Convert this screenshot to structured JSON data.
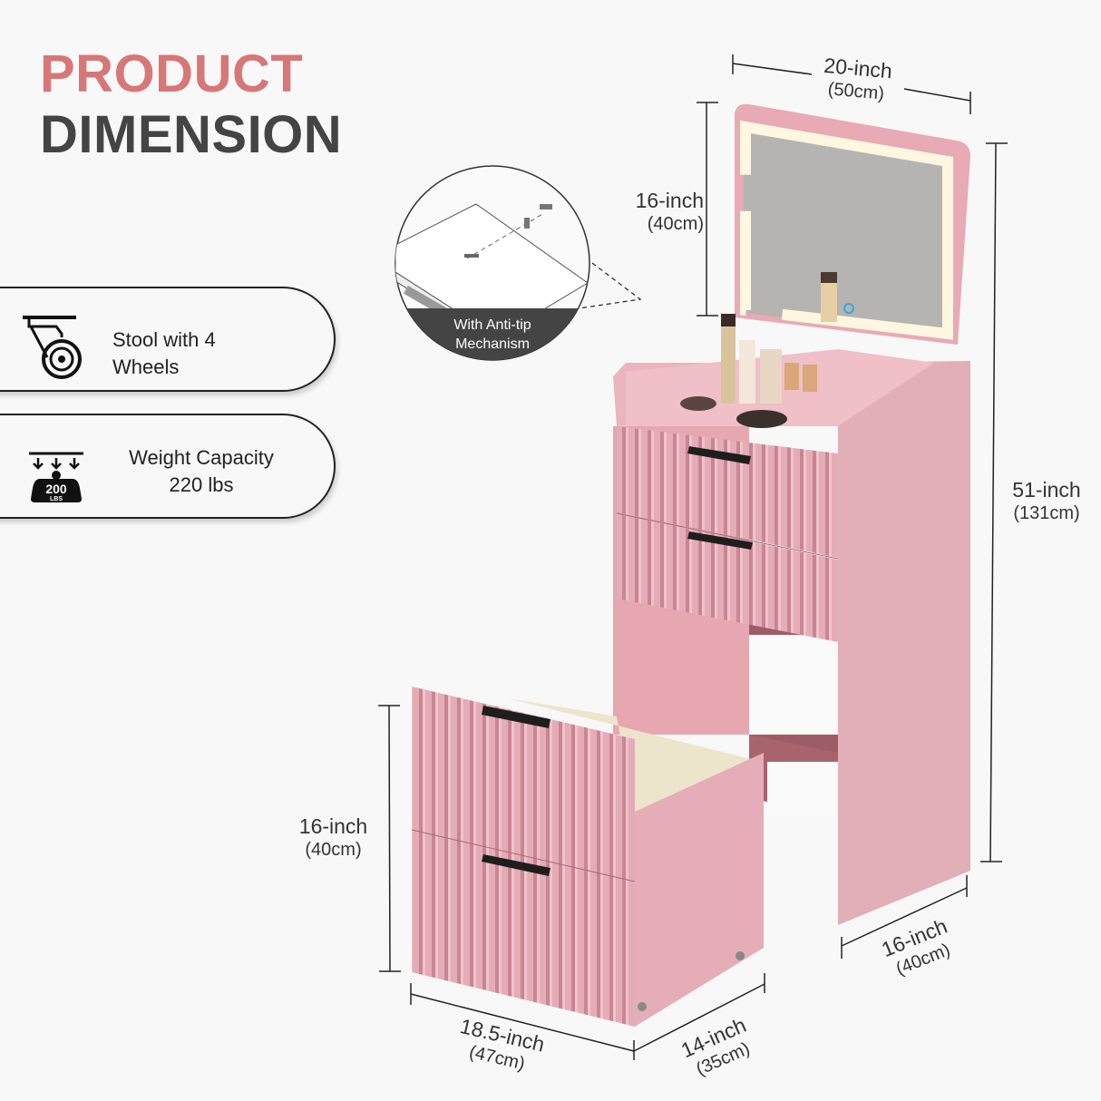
{
  "header": {
    "line1": "PRODUCT",
    "line2": "DIMENSION",
    "line1_color": "#d77777",
    "line2_color": "#444444"
  },
  "features": [
    {
      "icon": "caster-wheel-icon",
      "label": "Stool with 4 Wheels"
    },
    {
      "icon": "weight-icon",
      "label_line1": "Weight Capacity",
      "label_line2": "220 lbs",
      "icon_text": "200",
      "icon_subtext": "LBS"
    }
  ],
  "callout": {
    "label_line1": "With Anti-tip",
    "label_line2": "Mechanism"
  },
  "dimensions": {
    "vanity_width": {
      "inch": "20-inch",
      "cm": "(50cm)"
    },
    "mirror_height": {
      "inch": "16-inch",
      "cm": "(40cm)"
    },
    "total_height": {
      "inch": "51-inch",
      "cm": "(131cm)"
    },
    "vanity_depth": {
      "inch": "16-inch",
      "cm": "(40cm)"
    },
    "stool_height": {
      "inch": "16-inch",
      "cm": "(40cm)"
    },
    "stool_width": {
      "inch": "18.5-inch",
      "cm": "(47cm)"
    },
    "stool_depth": {
      "inch": "14-inch",
      "cm": "(35cm)"
    }
  },
  "colors": {
    "furniture_pink": "#e4acb6",
    "furniture_shadow": "#a8636d",
    "cushion": "#ede4cc",
    "handle": "#1e1e1e",
    "mirror": "#b4b2b2",
    "led": "#fff7e0"
  }
}
